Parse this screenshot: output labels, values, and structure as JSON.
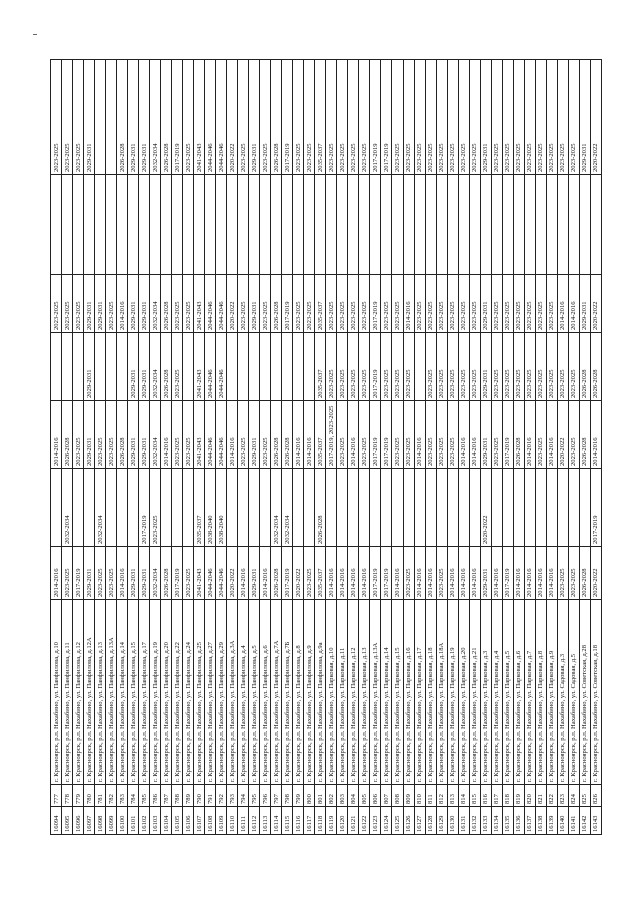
{
  "table": {
    "rows": [
      {
        "cells": [
          "16094",
          "777",
          "г. Красноярск, р.п. Нахабино, ул. Панфилова, д.10",
          "2014-2016",
          "",
          "2014-2016",
          "",
          "2023-2025",
          "",
          "2023-2025"
        ]
      },
      {
        "cells": [
          "16095",
          "778",
          "г. Красноярск, р.п. Нахабино, ул. Панфилова, д.11",
          "2023-2025",
          "2032-2034",
          "2026-2028",
          "",
          "2023-2025",
          "",
          "2023-2025"
        ]
      },
      {
        "cells": [
          "16096",
          "779",
          "г. Красноярск, р.п. Нахабино, ул. Панфилова, д.12",
          "2017-2019",
          "",
          "2023-2025",
          "",
          "2023-2025",
          "",
          "2023-2025"
        ]
      },
      {
        "cells": [
          "16097",
          "780",
          "г. Красноярск, р.п. Нахабино, ул. Панфилова, д.12А",
          "2029-2031",
          "",
          "2029-2031",
          "2029-2031",
          "2029-2031",
          "",
          "2029-2031"
        ]
      },
      {
        "cells": [
          "16098",
          "781",
          "г. Красноярск, р.п. Нахабино, ул. Панфилова, д.13",
          "2023-2025",
          "2032-2034",
          "2023-2025",
          "",
          "2029-2031",
          "",
          ""
        ]
      },
      {
        "cells": [
          "16099",
          "782",
          "г. Красноярск, р.п. Нахабино, ул. Панфилова, д.13А",
          "2023-2025",
          "",
          "2023-2025",
          "",
          "2023-2025",
          "",
          ""
        ]
      },
      {
        "cells": [
          "16100",
          "783",
          "г. Красноярск, р.п. Нахабино, ул. Панфилова, д.14",
          "2014-2016",
          "",
          "2026-2028",
          "",
          "2014-2016",
          "",
          "2026-2028"
        ]
      },
      {
        "cells": [
          "16101",
          "784",
          "г. Красноярск, р.п. Нахабино, ул. Панфилова, д.15",
          "2029-2031",
          "",
          "2029-2031",
          "2029-2031",
          "2029-2031",
          "",
          "2029-2031"
        ]
      },
      {
        "cells": [
          "16102",
          "785",
          "г. Красноярск, р.п. Нахабино, ул. Панфилова, д.17",
          "2029-2031",
          "2017-2019",
          "2029-2031",
          "2029-2031",
          "2029-2031",
          "",
          "2029-2031"
        ]
      },
      {
        "cells": [
          "16103",
          "786",
          "г. Красноярск, р.п. Нахабино, ул. Панфилова, д.19",
          "2032-2034",
          "2023-2025",
          "2032-2034",
          "2032-2034",
          "2032-2034",
          "",
          "2032-2034"
        ]
      },
      {
        "cells": [
          "16104",
          "787",
          "г. Красноярск, р.п. Нахабино, ул. Панфилова, д.20",
          "2026-2028",
          "",
          "2014-2016",
          "2026-2028",
          "2026-2028",
          "",
          "2026-2028"
        ]
      },
      {
        "cells": [
          "16105",
          "788",
          "г. Красноярск, р.п. Нахабино, ул. Панфилова, д.22",
          "2017-2019",
          "",
          "2023-2025",
          "2023-2025",
          "2023-2025",
          "",
          "2017-2019"
        ]
      },
      {
        "cells": [
          "16106",
          "789",
          "г. Красноярск, р.п. Нахабино, ул. Панфилова, д.24",
          "2023-2025",
          "",
          "2023-2025",
          "",
          "2023-2025",
          "",
          "2023-2025"
        ]
      },
      {
        "cells": [
          "16107",
          "790",
          "г. Красноярск, р.п. Нахабино, ул. Панфилова, д.25",
          "2041-2043",
          "2035-2037",
          "2041-2043",
          "2041-2043",
          "2041-2043",
          "",
          "2041-2043"
        ]
      },
      {
        "cells": [
          "16108",
          "791",
          "г. Красноярск, р.п. Нахабино, ул. Панфилова, д.27",
          "2044-2046",
          "2038-2040",
          "2044-2046",
          "2044-2046",
          "2044-2046",
          "",
          "2044-2046"
        ]
      },
      {
        "cells": [
          "16109",
          "792",
          "г. Красноярск, р.п. Нахабино, ул. Панфилова, д.29",
          "2044-2046",
          "2038-2040",
          "2044-2046",
          "2044-2046",
          "2044-2046",
          "",
          "2044-2046"
        ]
      },
      {
        "cells": [
          "16110",
          "793",
          "г. Красноярск, р.п. Нахабино, ул. Панфилова, д.3А",
          "2020-2022",
          "",
          "2014-2016",
          "",
          "2020-2022",
          "",
          "2020-2022"
        ]
      },
      {
        "cells": [
          "16111",
          "794",
          "г. Красноярск, р.п. Нахабино, ул. Панфилова, д.4",
          "2014-2016",
          "",
          "2023-2025",
          "",
          "2023-2025",
          "",
          "2023-2025"
        ]
      },
      {
        "cells": [
          "16112",
          "795",
          "г. Красноярск, р.п. Нахабино, ул. Панфилова, д.5",
          "2029-2031",
          "",
          "2029-2031",
          "",
          "2029-2031",
          "",
          "2029-2031"
        ]
      },
      {
        "cells": [
          "16113",
          "796",
          "г. Красноярск, р.п. Нахабино, ул. Панфилова, д.6",
          "2014-2016",
          "",
          "2023-2025",
          "",
          "2023-2025",
          "",
          "2023-2025"
        ]
      },
      {
        "cells": [
          "16114",
          "797",
          "г. Красноярск, р.п. Нахабино, ул. Панфилова, д.7А",
          "2026-2028",
          "2032-2034",
          "2026-2028",
          "",
          "2026-2028",
          "",
          "2026-2028"
        ]
      },
      {
        "cells": [
          "16115",
          "798",
          "г. Красноярск, р.п. Нахабино, ул. Панфилова, д.7Б",
          "2017-2019",
          "2032-2034",
          "2026-2028",
          "",
          "2017-2019",
          "",
          "2017-2019"
        ]
      },
      {
        "cells": [
          "16116",
          "799",
          "г. Красноярск, р.п. Нахабино, ул. Панфилова, д.8",
          "2020-2022",
          "",
          "2014-2016",
          "",
          "2023-2025",
          "",
          "2023-2025"
        ]
      },
      {
        "cells": [
          "16117",
          "800",
          "г. Красноярск, р.п. Нахабино, ул. Панфилова, д.9",
          "2023-2025",
          "",
          "2014-2016",
          "",
          "2023-2025",
          "",
          "2023-2025"
        ]
      },
      {
        "cells": [
          "16118",
          "801",
          "г. Красноярск, р.п. Нахабино, ул. Панфилова, д.9а",
          "2035-2037",
          "2026-2028",
          "2035-2037",
          "2035-2037",
          "2035-2037",
          "",
          "2035-2037"
        ]
      },
      {
        "cells": [
          "16119",
          "802",
          "г. Красноярск, р.п. Нахабино, ул. Парковая, д.10",
          "2014-2016",
          "",
          "2017-2019, 2023-2025",
          "2023-2025",
          "2023-2025",
          "",
          "2023-2025"
        ]
      },
      {
        "cells": [
          "16120",
          "803",
          "г. Красноярск, р.п. Нахабино, ул. Парковая, д.11",
          "2014-2016",
          "",
          "2023-2025",
          "2023-2025",
          "2023-2025",
          "",
          "2023-2025"
        ]
      },
      {
        "cells": [
          "16121",
          "804",
          "г. Красноярск, р.п. Нахабино, ул. Парковая, д.12",
          "2014-2016",
          "",
          "2014-2016",
          "2023-2025",
          "2023-2025",
          "",
          "2023-2025"
        ]
      },
      {
        "cells": [
          "16122",
          "805",
          "г. Красноярск, р.п. Нахабино, ул. Парковая, д.13",
          "2014-2016",
          "",
          "2023-2025",
          "2023-2025",
          "2023-2025",
          "",
          "2023-2025"
        ]
      },
      {
        "cells": [
          "16123",
          "806",
          "г. Красноярск, р.п. Нахабино, ул. Парковая, д.13А",
          "2017-2019",
          "",
          "2017-2019",
          "2017-2019",
          "2017-2019",
          "",
          "2017-2019"
        ]
      },
      {
        "cells": [
          "16124",
          "807",
          "г. Красноярск, р.п. Нахабино, ул. Парковая, д.14",
          "2017-2019",
          "",
          "2017-2019",
          "2023-2025",
          "2023-2025",
          "",
          "2017-2019"
        ]
      },
      {
        "cells": [
          "16125",
          "808",
          "г. Красноярск, р.п. Нахабино, ул. Парковая, д.15",
          "2014-2016",
          "",
          "2023-2025",
          "2023-2025",
          "2023-2025",
          "",
          "2023-2025"
        ]
      },
      {
        "cells": [
          "16126",
          "809",
          "г. Красноярск, р.п. Нахабино, ул. Парковая, д.16",
          "2023-2025",
          "",
          "2023-2025",
          "2023-2025",
          "2014-2016",
          "",
          "2023-2025"
        ]
      },
      {
        "cells": [
          "16127",
          "810",
          "г. Красноярск, р.п. Нахабино, ул. Парковая, д.17",
          "2014-2016",
          "",
          "2014-2016",
          "",
          "2023-2025",
          "",
          "2023-2025"
        ]
      },
      {
        "cells": [
          "16128",
          "811",
          "г. Красноярск, р.п. Нахабино, ул. Парковая, д.18",
          "2014-2016",
          "",
          "2023-2025",
          "2023-2025",
          "2023-2025",
          "",
          "2023-2025"
        ]
      },
      {
        "cells": [
          "16129",
          "812",
          "г. Красноярск, р.п. Нахабино, ул. Парковая, д.18А",
          "2023-2025",
          "",
          "2023-2025",
          "2023-2025",
          "2023-2025",
          "",
          "2023-2025"
        ]
      },
      {
        "cells": [
          "16130",
          "813",
          "г. Красноярск, р.п. Нахабино, ул. Парковая, д.19",
          "2014-2016",
          "",
          "2023-2025",
          "2023-2025",
          "2023-2025",
          "",
          "2023-2025"
        ]
      },
      {
        "cells": [
          "16131",
          "814",
          "г. Красноярск, р.п. Нахабино, ул. Парковая, д.20",
          "2014-2016",
          "",
          "2014-2016",
          "2023-2025",
          "2023-2025",
          "",
          "2023-2025"
        ]
      },
      {
        "cells": [
          "16132",
          "815",
          "г. Красноярск, р.п. Нахабино, ул. Парковая, д.21",
          "2014-2016",
          "",
          "2014-2016",
          "2023-2025",
          "2023-2025",
          "",
          "2023-2025"
        ]
      },
      {
        "cells": [
          "16133",
          "816",
          "г. Красноярск, р.п. Нахабино, ул. Парковая, д.3",
          "2029-2031",
          "2020-2022",
          "2029-2031",
          "2029-2031",
          "2029-2031",
          "",
          "2029-2031"
        ]
      },
      {
        "cells": [
          "16134",
          "817",
          "г. Красноярск, р.п. Нахабино, ул. Парковая, д.4",
          "2014-2016",
          "",
          "2023-2025",
          "2023-2025",
          "2023-2025",
          "",
          "2023-2025"
        ]
      },
      {
        "cells": [
          "16135",
          "818",
          "г. Красноярск, р.п. Нахабино, ул. Парковая, д.5",
          "2017-2019",
          "",
          "2017-2019",
          "2023-2025",
          "2023-2025",
          "",
          "2023-2025"
        ]
      },
      {
        "cells": [
          "16136",
          "819",
          "г. Красноярск, р.п. Нахабино, ул. Парковая, д.6",
          "2014-2016",
          "",
          "2026-2028",
          "2023-2025",
          "2023-2025",
          "",
          "2023-2025"
        ]
      },
      {
        "cells": [
          "16137",
          "820",
          "г. Красноярск, р.п. Нахабино, ул. Парковая, д.7",
          "2014-2016",
          "",
          "2014-2016",
          "2023-2025",
          "2023-2025",
          "",
          "2023-2025"
        ]
      },
      {
        "cells": [
          "16138",
          "821",
          "г. Красноярск, р.п. Нахабино, ул. Парковая, д.8",
          "2014-2016",
          "",
          "2023-2025",
          "2023-2025",
          "2023-2025",
          "",
          "2023-2025"
        ]
      },
      {
        "cells": [
          "16139",
          "822",
          "г. Красноярск, р.п. Нахабино, ул. Парковая, д.9",
          "2014-2016",
          "",
          "2014-2016",
          "2023-2025",
          "2023-2025",
          "",
          "2023-2025"
        ]
      },
      {
        "cells": [
          "16140",
          "823",
          "г. Красноярск, р.п. Нахабино, ул. Садовая, д.3",
          "2023-2025",
          "",
          "2020-2022",
          "2023-2025",
          "2014-2016",
          "",
          "2023-2025"
        ]
      },
      {
        "cells": [
          "16141",
          "824",
          "г. Красноярск, р.п. Нахабино, ул. Садовая, д.5",
          "2023-2025",
          "",
          "2023-2025",
          "2023-2025",
          "2014-2016",
          "",
          "2023-2025"
        ]
      },
      {
        "cells": [
          "16142",
          "825",
          "г. Красноярск, р.п. Нахабино, ул. Советская, д.28",
          "2026-2028",
          "",
          "2026-2028",
          "2026-2028",
          "2029-2031",
          "",
          "2029-2031"
        ]
      },
      {
        "cells": [
          "16143",
          "826",
          "г. Красноярск, р.п. Нахабино, ул. Советская, д.18",
          "2020-2022",
          "2017-2019",
          "2014-2016",
          "2026-2028",
          "2020-2022",
          "",
          "2020-2022"
        ]
      }
    ]
  }
}
